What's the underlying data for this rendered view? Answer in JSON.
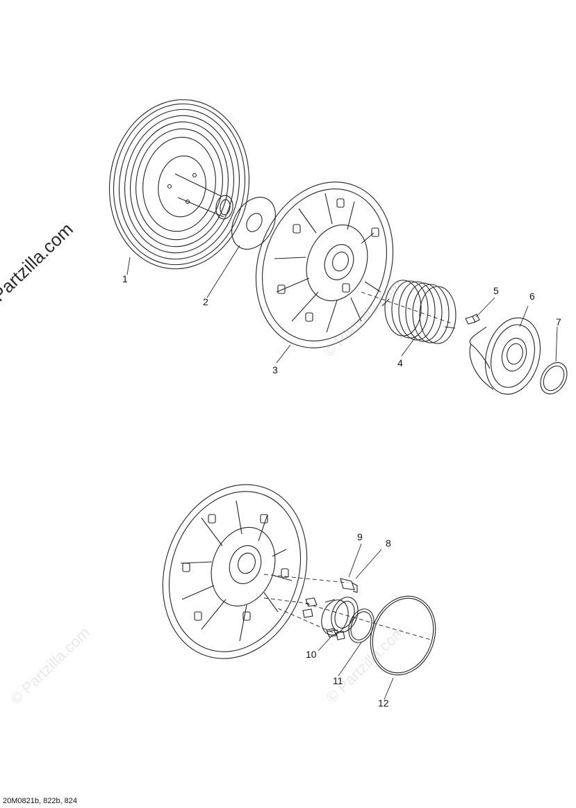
{
  "callouts": [
    "1",
    "2",
    "3",
    "4",
    "5",
    "6",
    "7",
    "8",
    "9",
    "10",
    "11",
    "12"
  ],
  "watermark": "© Partzilla.com",
  "footer_code": "20M0821b, 822b, 824"
}
